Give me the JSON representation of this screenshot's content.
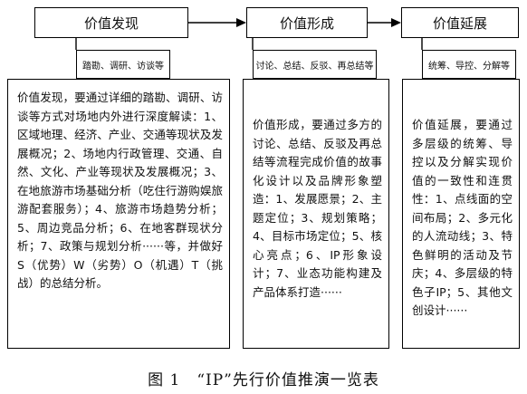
{
  "stages": [
    {
      "title": "价值发现",
      "methods": "踏勘、调研、访谈等",
      "description": "价值发现，要通过详细的踏勘、调研、访谈等方式对场地内外进行深度解读：1、区域地理、经济、产业、交通等现状及发展概况；2、场地内行政管理、交通、自然、文化、产业等现状及发展概况；3、在地旅游市场基础分析（吃住行游购娱旅游配套服务）；4、旅游市场趋势分析；5、周边竞品分析；6、在地客群现状分析；7、政策与规划分析······等，并做好S（优势）W（劣势）O（机遇）T（挑战）的总结分析。"
    },
    {
      "title": "价值形成",
      "methods": "讨论、总结、反驳、再总结等",
      "description": "价值形成，要通过多方的讨论、总结、反驳及再总结等流程完成价值的故事化设计以及品牌形象塑造：1、发展愿景；2、主题定位；3、规划策略；4、目标市场定位；5、核心亮点；6、IP形象设计；7、业态功能构建及产品体系打造······"
    },
    {
      "title": "价值延展",
      "methods": "统筹、导控、分解等",
      "description": "价值延展，要通过多层级的统筹、导控以及分解实现价值的一致性和连贯性：1、点线面的空间布局；2、多元化的人流动线；3、特色鲜明的活动及节庆；4、多层级的特色子IP；5、其他文创设计······"
    }
  ],
  "caption": "图 1　“IP”先行价值推演一览表"
}
